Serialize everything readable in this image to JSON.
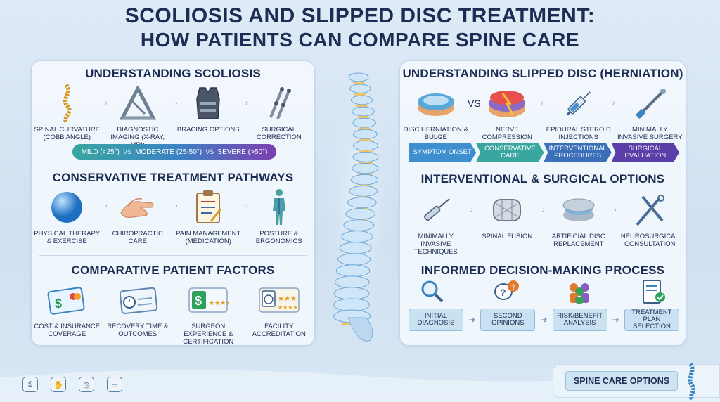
{
  "title": {
    "line1": "SCOLIOSIS AND SLIPPED DISC TREATMENT:",
    "line2": "HOW PATIENTS CAN COMPARE SPINE CARE"
  },
  "left": {
    "scoliosis": {
      "title": "UNDERSTANDING SCOLIOSIS",
      "items": [
        {
          "label": "SPINAL CURVATURE (COBB ANGLE)",
          "icon": "curved-spine-icon"
        },
        {
          "label": "DIAGNOSTIC IMAGING (X-RAY, MRI)",
          "icon": "measurement-triangle-icon"
        },
        {
          "label": "BRACING OPTIONS",
          "icon": "brace-vest-icon"
        },
        {
          "label": "SURGICAL CORRECTION",
          "icon": "surgical-rods-icon"
        }
      ],
      "scale": {
        "mild": "MILD (<25°)",
        "vs": "VS",
        "moderate": "MODERATE (25-50°)",
        "severe": "SEVERE (>50°)"
      }
    },
    "conservative": {
      "title": "CONSERVATIVE TREATMENT PATHWAYS",
      "items": [
        {
          "label": "PHYSICAL THERAPY & EXERCISE",
          "icon": "exercise-ball-icon"
        },
        {
          "label": "CHIROPRACTIC CARE",
          "icon": "hands-icon"
        },
        {
          "label": "PAIN MANAGEMENT (MEDICATION)",
          "icon": "clipboard-icon"
        },
        {
          "label": "POSTURE & ERGONOMICS",
          "icon": "body-posture-icon"
        }
      ]
    },
    "factors": {
      "title": "COMPARATIVE PATIENT FACTORS",
      "items": [
        {
          "label": "COST & INSURANCE COVERAGE",
          "icon": "insurance-card-icon"
        },
        {
          "label": "RECOVERY TIME & OUTCOMES",
          "icon": "clock-card-icon"
        },
        {
          "label": "SURGEON EXPERIENCE & CERTIFICATION",
          "icon": "dollar-rating-icon"
        },
        {
          "label": "FACILITY ACCREDITATION",
          "icon": "rating-calendar-icon"
        }
      ]
    }
  },
  "right": {
    "disc": {
      "title": "UNDERSTANDING  SLIPPED DISC (HERNIATION)",
      "vs": "VS",
      "items": [
        {
          "label": "DISC HERNIATION & BULGE",
          "icon": "disc-icon"
        },
        {
          "label": "NERVE COMPRESSION",
          "icon": "nerve-disc-icon"
        },
        {
          "label": "EPIDURAL STEROID INJECTIONS",
          "icon": "syringe-icon"
        },
        {
          "label": "MINIMALLY INVASIVE SURGERY",
          "icon": "surgical-tool-icon"
        }
      ],
      "process": [
        "SYMPTOM ONSET",
        "CONSERVATIVE CARE",
        "INTERVENTIONAL PROCEDURES",
        "SURGICAL EVALUATION"
      ]
    },
    "surgical": {
      "title": "INTERVENTIONAL & SURGICAL OPTIONS",
      "items": [
        {
          "label": "MINIMALLY INVASIVE TECHNIQUES",
          "icon": "needle-icon"
        },
        {
          "label": "SPINAL FUSION",
          "icon": "fusion-cage-icon"
        },
        {
          "label": "ARTIFICIAL DISC REPLACEMENT",
          "icon": "artificial-disc-icon"
        },
        {
          "label": "NEUROSURGICAL CONSULTATION",
          "icon": "forceps-icon"
        }
      ]
    },
    "decision": {
      "title": "INFORMED DECISION-MAKING PROCESS",
      "steps": [
        "INITIAL DIAGNOSIS",
        "SECOND OPINIONS",
        "RISK/BENEFIT ANALYSIS",
        "TREATMENT PLAN SELECTION"
      ],
      "icons": [
        "magnifier-icon",
        "question-bubble-icon",
        "people-icon",
        "checklist-icon"
      ]
    }
  },
  "footer": {
    "badge": "SPINE CARE OPTIONS",
    "icons": [
      "dollar-icon",
      "hand-icon",
      "clock-icon",
      "document-icon"
    ]
  },
  "colors": {
    "navy": "#1c2c52",
    "teal": "#3aa6a0",
    "blue": "#3b84c4",
    "purple": "#7c3fb0"
  }
}
